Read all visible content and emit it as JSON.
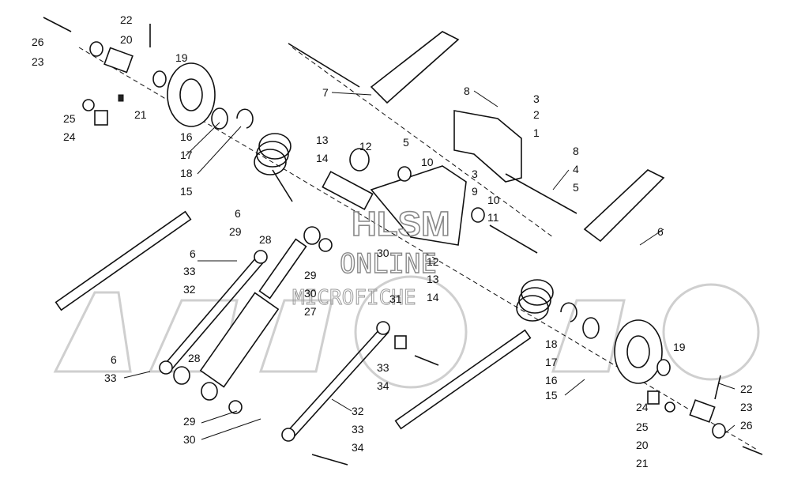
{
  "watermark": {
    "line1": "HLSM",
    "line2": "ONLINE",
    "line3": "MICROFICHE"
  },
  "callouts": [
    {
      "id": "c22a",
      "label": "22"
    },
    {
      "id": "c26a",
      "label": "26"
    },
    {
      "id": "c20a",
      "label": "20"
    },
    {
      "id": "c23a",
      "label": "23"
    },
    {
      "id": "c19a",
      "label": "19"
    },
    {
      "id": "c25a",
      "label": "25"
    },
    {
      "id": "c24a",
      "label": "24"
    },
    {
      "id": "c21a",
      "label": "21"
    },
    {
      "id": "c16a",
      "label": "16"
    },
    {
      "id": "c17a",
      "label": "17"
    },
    {
      "id": "c18a",
      "label": "18"
    },
    {
      "id": "c15a",
      "label": "15"
    },
    {
      "id": "c7",
      "label": "7"
    },
    {
      "id": "c8a",
      "label": "8"
    },
    {
      "id": "c3a",
      "label": "3"
    },
    {
      "id": "c2",
      "label": "2"
    },
    {
      "id": "c1",
      "label": "1"
    },
    {
      "id": "c5a",
      "label": "5"
    },
    {
      "id": "c8b",
      "label": "8"
    },
    {
      "id": "c4",
      "label": "4"
    },
    {
      "id": "c5b",
      "label": "5"
    },
    {
      "id": "c13a",
      "label": "13"
    },
    {
      "id": "c12a",
      "label": "12"
    },
    {
      "id": "c14a",
      "label": "14"
    },
    {
      "id": "c10a",
      "label": "10"
    },
    {
      "id": "c3b",
      "label": "3"
    },
    {
      "id": "c9",
      "label": "9"
    },
    {
      "id": "c10b",
      "label": "10"
    },
    {
      "id": "c11",
      "label": "11"
    },
    {
      "id": "c6a",
      "label": "6"
    },
    {
      "id": "c29a",
      "label": "29"
    },
    {
      "id": "c28a",
      "label": "28"
    },
    {
      "id": "c6b",
      "label": "6"
    },
    {
      "id": "c33a",
      "label": "33"
    },
    {
      "id": "c32a",
      "label": "32"
    },
    {
      "id": "c30a",
      "label": "30"
    },
    {
      "id": "c29b",
      "label": "29"
    },
    {
      "id": "c30b",
      "label": "30"
    },
    {
      "id": "c27",
      "label": "27"
    },
    {
      "id": "c31",
      "label": "31"
    },
    {
      "id": "c12b",
      "label": "12"
    },
    {
      "id": "c13b",
      "label": "13"
    },
    {
      "id": "c14b",
      "label": "14"
    },
    {
      "id": "c6c",
      "label": "6"
    },
    {
      "id": "c6d",
      "label": "6"
    },
    {
      "id": "c33b",
      "label": "33"
    },
    {
      "id": "c28b",
      "label": "28"
    },
    {
      "id": "c29c",
      "label": "29"
    },
    {
      "id": "c30c",
      "label": "30"
    },
    {
      "id": "c32b",
      "label": "32"
    },
    {
      "id": "c33c",
      "label": "33"
    },
    {
      "id": "c34a",
      "label": "34"
    },
    {
      "id": "c33d",
      "label": "33"
    },
    {
      "id": "c34b",
      "label": "34"
    },
    {
      "id": "c18b",
      "label": "18"
    },
    {
      "id": "c17b",
      "label": "17"
    },
    {
      "id": "c16b",
      "label": "16"
    },
    {
      "id": "c15b",
      "label": "15"
    },
    {
      "id": "c19b",
      "label": "19"
    },
    {
      "id": "c22b",
      "label": "22"
    },
    {
      "id": "c24b",
      "label": "24"
    },
    {
      "id": "c23b",
      "label": "23"
    },
    {
      "id": "c25b",
      "label": "25"
    },
    {
      "id": "c26b",
      "label": "26"
    },
    {
      "id": "c20b",
      "label": "20"
    },
    {
      "id": "c21b",
      "label": "21"
    }
  ]
}
